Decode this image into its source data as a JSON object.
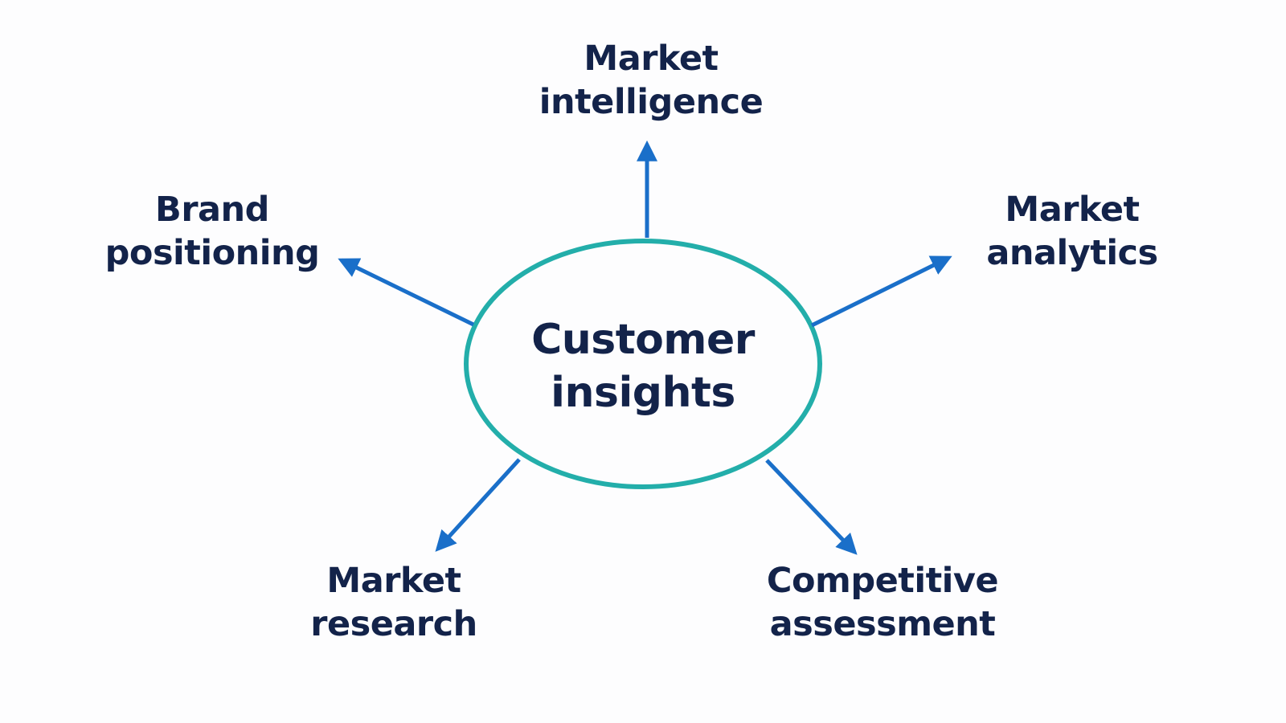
{
  "colors": {
    "background": "#fdfdfe",
    "text": "#13234a",
    "center_outline": "#23aeaa",
    "arrow": "#1a6fc9"
  },
  "center": {
    "line1": "Customer",
    "line2": "insights"
  },
  "nodes": [
    {
      "id": "market-intelligence",
      "line1": "Market",
      "line2": "intelligence"
    },
    {
      "id": "market-analytics",
      "line1": "Market",
      "line2": "analytics"
    },
    {
      "id": "competitive-assessment",
      "line1": "Competitive",
      "line2": "assessment"
    },
    {
      "id": "market-research",
      "line1": "Market",
      "line2": "research"
    },
    {
      "id": "brand-positioning",
      "line1": "Brand",
      "line2": "positioning"
    }
  ]
}
